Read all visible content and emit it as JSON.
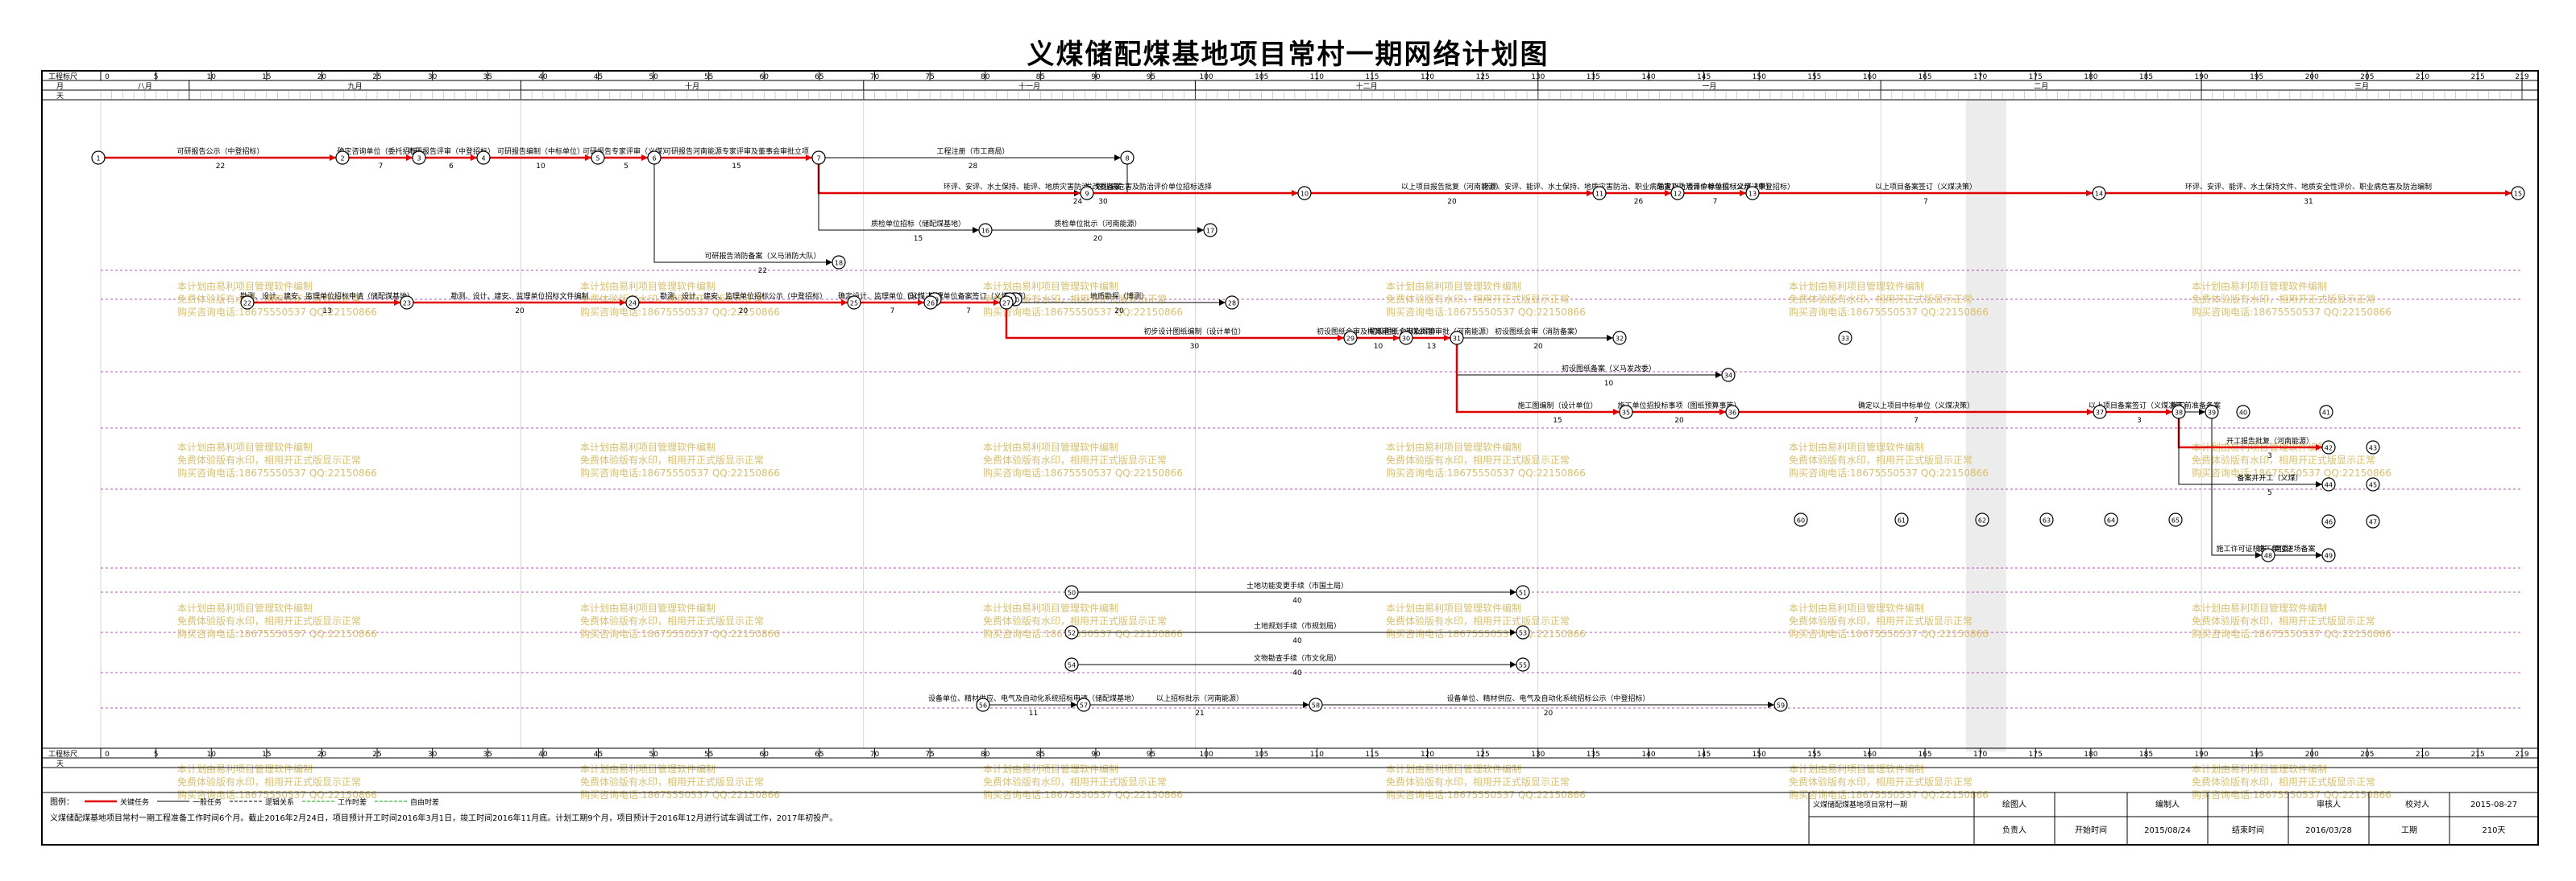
{
  "title": "义煤储配煤基地项目常村一期网络计划图",
  "scale": {
    "row_label_days": "工程标尺",
    "row_label_month": "月",
    "row_label_day": "天",
    "tick_labels": [
      "0",
      "5",
      "10",
      "15",
      "20",
      "25",
      "30",
      "35",
      "40",
      "45",
      "50",
      "55",
      "60",
      "65",
      "70",
      "75",
      "80",
      "85",
      "90",
      "95",
      "100",
      "105",
      "110",
      "115",
      "120",
      "125",
      "130",
      "135",
      "140",
      "145",
      "150",
      "155",
      "160",
      "165",
      "170",
      "175",
      "180",
      "185",
      "190",
      "195",
      "200",
      "205",
      "210",
      "215",
      "219"
    ],
    "months": [
      "八月",
      "九月",
      "十月",
      "十一月",
      "十二月",
      "一月",
      "二月",
      "三月"
    ]
  },
  "nodes": [
    {
      "id": "1",
      "label": "1"
    },
    {
      "id": "2",
      "label": "2"
    },
    {
      "id": "3",
      "label": "3"
    },
    {
      "id": "4",
      "label": "4"
    },
    {
      "id": "5",
      "label": "5"
    },
    {
      "id": "6",
      "label": "6"
    },
    {
      "id": "7",
      "label": "7"
    },
    {
      "id": "8",
      "label": "8"
    },
    {
      "id": "9",
      "label": "9"
    },
    {
      "id": "10",
      "label": "10"
    },
    {
      "id": "11",
      "label": "11"
    },
    {
      "id": "12",
      "label": "12"
    },
    {
      "id": "13",
      "label": "13"
    },
    {
      "id": "14",
      "label": "14"
    },
    {
      "id": "15",
      "label": "15"
    },
    {
      "id": "16",
      "label": "16"
    },
    {
      "id": "17",
      "label": "17"
    },
    {
      "id": "18",
      "label": "18"
    },
    {
      "id": "19",
      "label": "19"
    },
    {
      "id": "20",
      "label": "20"
    },
    {
      "id": "21",
      "label": "21"
    },
    {
      "id": "22",
      "label": "22"
    },
    {
      "id": "23",
      "label": "23"
    },
    {
      "id": "24",
      "label": "24"
    },
    {
      "id": "25",
      "label": "25"
    },
    {
      "id": "26",
      "label": "26"
    },
    {
      "id": "27",
      "label": "27"
    },
    {
      "id": "28",
      "label": "28"
    },
    {
      "id": "29",
      "label": "29"
    },
    {
      "id": "30",
      "label": "30"
    },
    {
      "id": "31",
      "label": "31"
    },
    {
      "id": "32",
      "label": "32"
    },
    {
      "id": "33",
      "label": "33"
    },
    {
      "id": "34",
      "label": "34"
    },
    {
      "id": "35",
      "label": "35"
    },
    {
      "id": "36",
      "label": "36"
    },
    {
      "id": "37",
      "label": "37"
    },
    {
      "id": "38",
      "label": "38"
    },
    {
      "id": "39",
      "label": "39"
    },
    {
      "id": "40",
      "label": "40"
    },
    {
      "id": "41",
      "label": "41"
    },
    {
      "id": "42",
      "label": "42"
    },
    {
      "id": "43",
      "label": "43"
    },
    {
      "id": "44",
      "label": "44"
    },
    {
      "id": "45",
      "label": "45"
    },
    {
      "id": "46",
      "label": "46"
    },
    {
      "id": "47",
      "label": "47"
    },
    {
      "id": "48",
      "label": "48"
    },
    {
      "id": "49",
      "label": "49"
    },
    {
      "id": "50",
      "label": "50"
    },
    {
      "id": "51",
      "label": "51"
    },
    {
      "id": "52",
      "label": "52"
    },
    {
      "id": "53",
      "label": "53"
    },
    {
      "id": "54",
      "label": "54"
    },
    {
      "id": "55",
      "label": "55"
    },
    {
      "id": "56",
      "label": "56"
    },
    {
      "id": "57",
      "label": "57"
    },
    {
      "id": "58",
      "label": "58"
    },
    {
      "id": "59",
      "label": "59"
    },
    {
      "id": "60",
      "label": "60"
    },
    {
      "id": "61",
      "label": "61"
    },
    {
      "id": "62",
      "label": "62"
    },
    {
      "id": "63",
      "label": "63"
    },
    {
      "id": "64",
      "label": "64"
    },
    {
      "id": "65",
      "label": "65"
    }
  ],
  "activities": [
    {
      "text": "可研报告公示（中登招标）",
      "duration": "22",
      "critical": true
    },
    {
      "text": "确定咨询单位（委托招标）",
      "duration": "7",
      "critical": true
    },
    {
      "text": "可研报告评审（中登招标）",
      "duration": "6",
      "critical": true
    },
    {
      "text": "可研报告编制（中标单位）",
      "duration": "10",
      "critical": true
    },
    {
      "text": "可研报告专家评审（义煤）",
      "duration": "5",
      "critical": true
    },
    {
      "text": "可研报告河南能源专家评审及董事会审批立项",
      "duration": "15",
      "critical": true
    },
    {
      "text": "工程注册（市工商局）",
      "duration": "28",
      "critical": false
    },
    {
      "text": "发改委备案",
      "duration": "30",
      "critical": false
    },
    {
      "text": "环评、安评、水土保持、能评、地质灾害防治、职业病危害及防治评价单位招标选择",
      "duration": "24",
      "critical": true
    },
    {
      "text": "以上项目报告批复（河南能源）",
      "duration": "20",
      "critical": true
    },
    {
      "text": "环评、安评、能评、水土保持、地质灾害防治、职业病危害及防治评价单位招标公示（中登招标）",
      "duration": "26",
      "critical": true
    },
    {
      "text": "确定以上项目中标单位（义煤决策）",
      "duration": "7",
      "critical": true
    },
    {
      "text": "以上项目备案签订（义煤决策）",
      "duration": "7",
      "critical": true
    },
    {
      "text": "环评、安评、能评、水土保持文件、地质安全性评价、职业病危害及防治编制",
      "duration": "31",
      "critical": true
    },
    {
      "text": "环评、安评、能评、水土保持文件、地质安全性评价、职业病危害及防治评价报告送审",
      "duration": "30",
      "critical": true
    },
    {
      "text": "质检单位招标（储配煤基地）",
      "duration": "15",
      "critical": false
    },
    {
      "text": "质检单位批示（河南能源）",
      "duration": "20",
      "critical": false
    },
    {
      "text": "可研报告消防备案（义马消防大队）",
      "duration": "22",
      "critical": false
    },
    {
      "text": "勘测、设计、建安、监理单位招标申请（储配煤基地）",
      "duration": "13",
      "critical": true
    },
    {
      "text": "勘测、设计、建安、监理单位招标文件编制",
      "duration": "20",
      "critical": true
    },
    {
      "text": "勘测、设计、建安、监理单位招标公示（中登招标）",
      "duration": "20",
      "critical": true
    },
    {
      "text": "确定设计、监理单位（义煤决策）",
      "duration": "7",
      "critical": true
    },
    {
      "text": "设计、监理单位备案签订（义煤决策）",
      "duration": "7",
      "critical": true
    },
    {
      "text": "地质勘探（博测）",
      "duration": "20",
      "critical": false
    },
    {
      "text": "初步设计图纸编制（设计单位）",
      "duration": "30",
      "critical": true
    },
    {
      "text": "初设图纸会审及概算审批（义煤公司）",
      "duration": "10",
      "critical": true
    },
    {
      "text": "初设图纸会审及概算审批（河南能源）",
      "duration": "13",
      "critical": true
    },
    {
      "text": "初设图纸会审（消防备案）",
      "duration": "20",
      "critical": false
    },
    {
      "text": "初设图纸备案（义马发改委）",
      "duration": "10",
      "critical": false
    },
    {
      "text": "施工图编制（设计单位）",
      "duration": "15",
      "critical": true
    },
    {
      "text": "施工单位招投标事项（图纸预算事等）",
      "duration": "20",
      "critical": true
    },
    {
      "text": "确定以上项目中标单位（义煤决策）",
      "duration": "7",
      "critical": true
    },
    {
      "text": "以上项目备案签订（义煤决策）",
      "duration": "3",
      "critical": true
    },
    {
      "text": "施工前准备备案",
      "duration": "",
      "critical": false
    },
    {
      "text": "施工许可证核发（建委）",
      "duration": "",
      "critical": false
    },
    {
      "text": "施工单位进场备案",
      "duration": "",
      "critical": false
    },
    {
      "text": "开工报告批复（河南能源）",
      "duration": "3",
      "critical": true
    },
    {
      "text": "备案并开工（义煤）",
      "duration": "5",
      "critical": false
    },
    {
      "text": "土地功能变更手续（市国土局）",
      "duration": "40",
      "critical": false
    },
    {
      "text": "土地规划手续（市规划局）",
      "duration": "40",
      "critical": false
    },
    {
      "text": "文物勘查手续（市文化局）",
      "duration": "40",
      "critical": false
    },
    {
      "text": "设备单位、精材供应、电气及自动化系统招标申请（储配煤基地）",
      "duration": "11",
      "critical": false
    },
    {
      "text": "以上招标批示（河南能源）",
      "duration": "21",
      "critical": false
    },
    {
      "text": "设备单位、精材供应、电气及自动化系统招标公示（中登招标）",
      "duration": "20",
      "critical": false
    }
  ],
  "watermark": {
    "line1": "本计划由易利项目管理软件编制",
    "line2": "免费体验版有水印，相用开正式版显示正常",
    "line3": "购买咨询电话:18675550537 QQ:22150866"
  },
  "legend": {
    "label": "图例：",
    "items": [
      "关键任务",
      "一般任务",
      "逻辑关系",
      "工作时差",
      "自由时差"
    ],
    "note": "义煤储配煤基地项目常村一期工程准备工作时间6个月。截止2016年2月24日，项目预计开工时间2016年3月1日，竣工时间2016年11月底。计划工期9个月，项目预计于2016年12月进行试车调试工作，2017年初投产。"
  },
  "info": {
    "project_name": "义煤储配煤基地项目常村一期",
    "drawer_label": "绘图人",
    "editor_label": "编制人",
    "reviewer_label": "审核人",
    "checker_label": "校对人",
    "owner_label": "负责人",
    "start_label": "开始时间",
    "start_value": "2015/08/24",
    "end_label": "结束时间",
    "end_value": "2016/03/28",
    "duration_label": "工期",
    "duration_value": "210天",
    "date_value": "2015-08-27"
  },
  "colors": {
    "critical": "#e00000",
    "normal": "#000000",
    "float": "#00aa00",
    "dotted": "#cc44cc",
    "watermark": "#d8c070"
  }
}
